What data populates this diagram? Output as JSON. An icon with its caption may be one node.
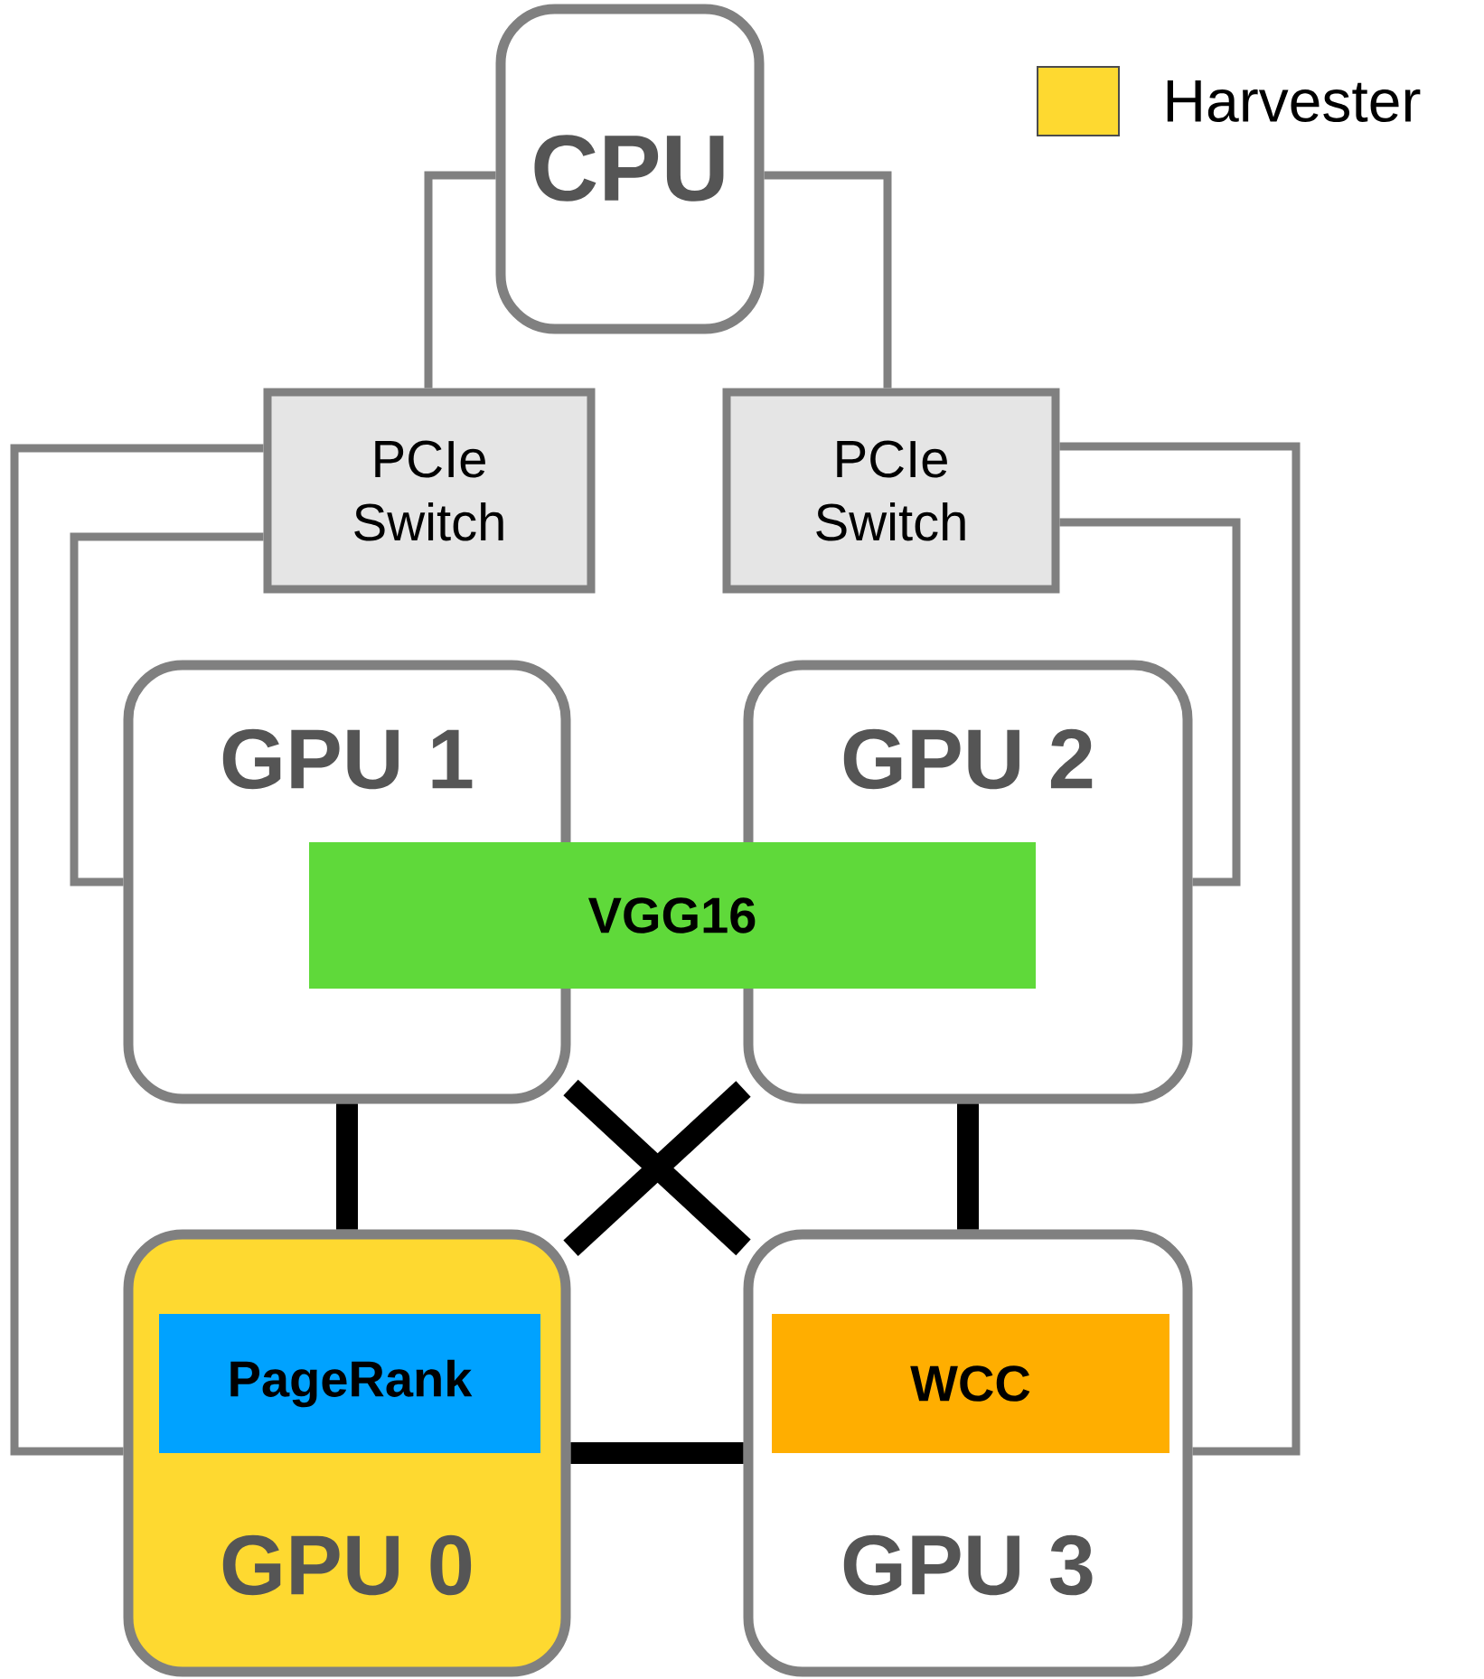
{
  "diagram": {
    "nodes": [
      {
        "text": [
          "CPU"
        ]
      },
      {
        "text": [
          "PCIe Switch"
        ]
      },
      {
        "text": [
          "PCIe Switch"
        ]
      },
      {
        "text": [
          "GPU 1"
        ]
      },
      {
        "text": [
          "GPU 2"
        ]
      },
      {
        "text": [
          "VGG16"
        ]
      },
      {
        "text": [
          "GPU 0"
        ]
      },
      {
        "text": [
          "PageRank"
        ],
        "in": 6
      },
      {
        "text": [
          "GPU 3"
        ]
      },
      {
        "text": [
          "WCC"
        ],
        "in": 8
      }
    ],
    "edges": [
      {
        "from": 0,
        "to": 1,
        "arrow": "none"
      },
      {
        "from": 0,
        "to": 2,
        "arrow": "none"
      },
      {
        "from": 1,
        "to": 6,
        "arrow": "none"
      },
      {
        "from": 1,
        "to": 3,
        "arrow": "none"
      },
      {
        "from": 2,
        "to": 8,
        "arrow": "none"
      },
      {
        "from": 2,
        "to": 4,
        "arrow": "none"
      },
      {
        "from": 3,
        "to": 6,
        "arrow": "none",
        "style": "thick",
        "color": "#000000"
      },
      {
        "from": 4,
        "to": 8,
        "arrow": "none",
        "style": "thick",
        "color": "#000000"
      },
      {
        "from": 3,
        "to": 8,
        "arrow": "none",
        "style": "thick",
        "color": "#000000"
      },
      {
        "from": 4,
        "to": 6,
        "arrow": "none",
        "style": "thick",
        "color": "#000000"
      },
      {
        "from": 6,
        "to": 8,
        "arrow": "none",
        "style": "thick",
        "color": "#000000"
      }
    ],
    "legend": [
      {
        "text": "Harvester",
        "color": "#fed930"
      }
    ]
  }
}
